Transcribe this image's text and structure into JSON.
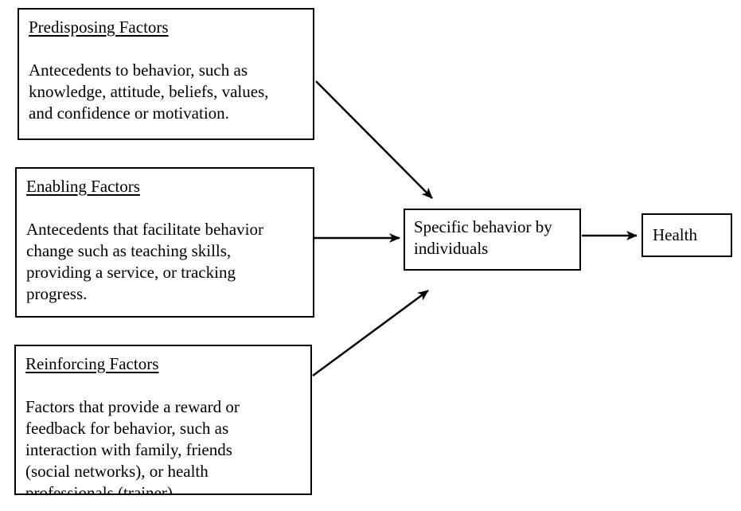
{
  "diagram": {
    "nodes": {
      "predisposing": {
        "title": "Predisposing Factors",
        "body": "Antecedents to behavior, such as\nknowledge, attitude, beliefs, values,\nand confidence or motivation."
      },
      "enabling": {
        "title": "Enabling Factors",
        "body": "Antecedents that facilitate behavior\nchange such as teaching skills,\nproviding a service, or tracking\nprogress."
      },
      "reinforcing": {
        "title": "Reinforcing Factors",
        "body": "Factors that provide a reward or\nfeedback for behavior, such as\ninteraction with family, friends\n(social networks), or health\nprofessionals (trainer)."
      },
      "behavior": {
        "label": "Specific behavior by\nindividuals"
      },
      "health": {
        "label": "Health"
      }
    },
    "edges": [
      {
        "from": "Predisposing Factors",
        "to": "Specific behavior by individuals"
      },
      {
        "from": "Enabling Factors",
        "to": "Specific behavior by individuals"
      },
      {
        "from": "Reinforcing Factors",
        "to": "Specific behavior by individuals"
      },
      {
        "from": "Specific behavior by individuals",
        "to": "Health"
      }
    ],
    "colors": {
      "line": "#000000",
      "background": "#ffffff",
      "text": "#000000"
    }
  }
}
